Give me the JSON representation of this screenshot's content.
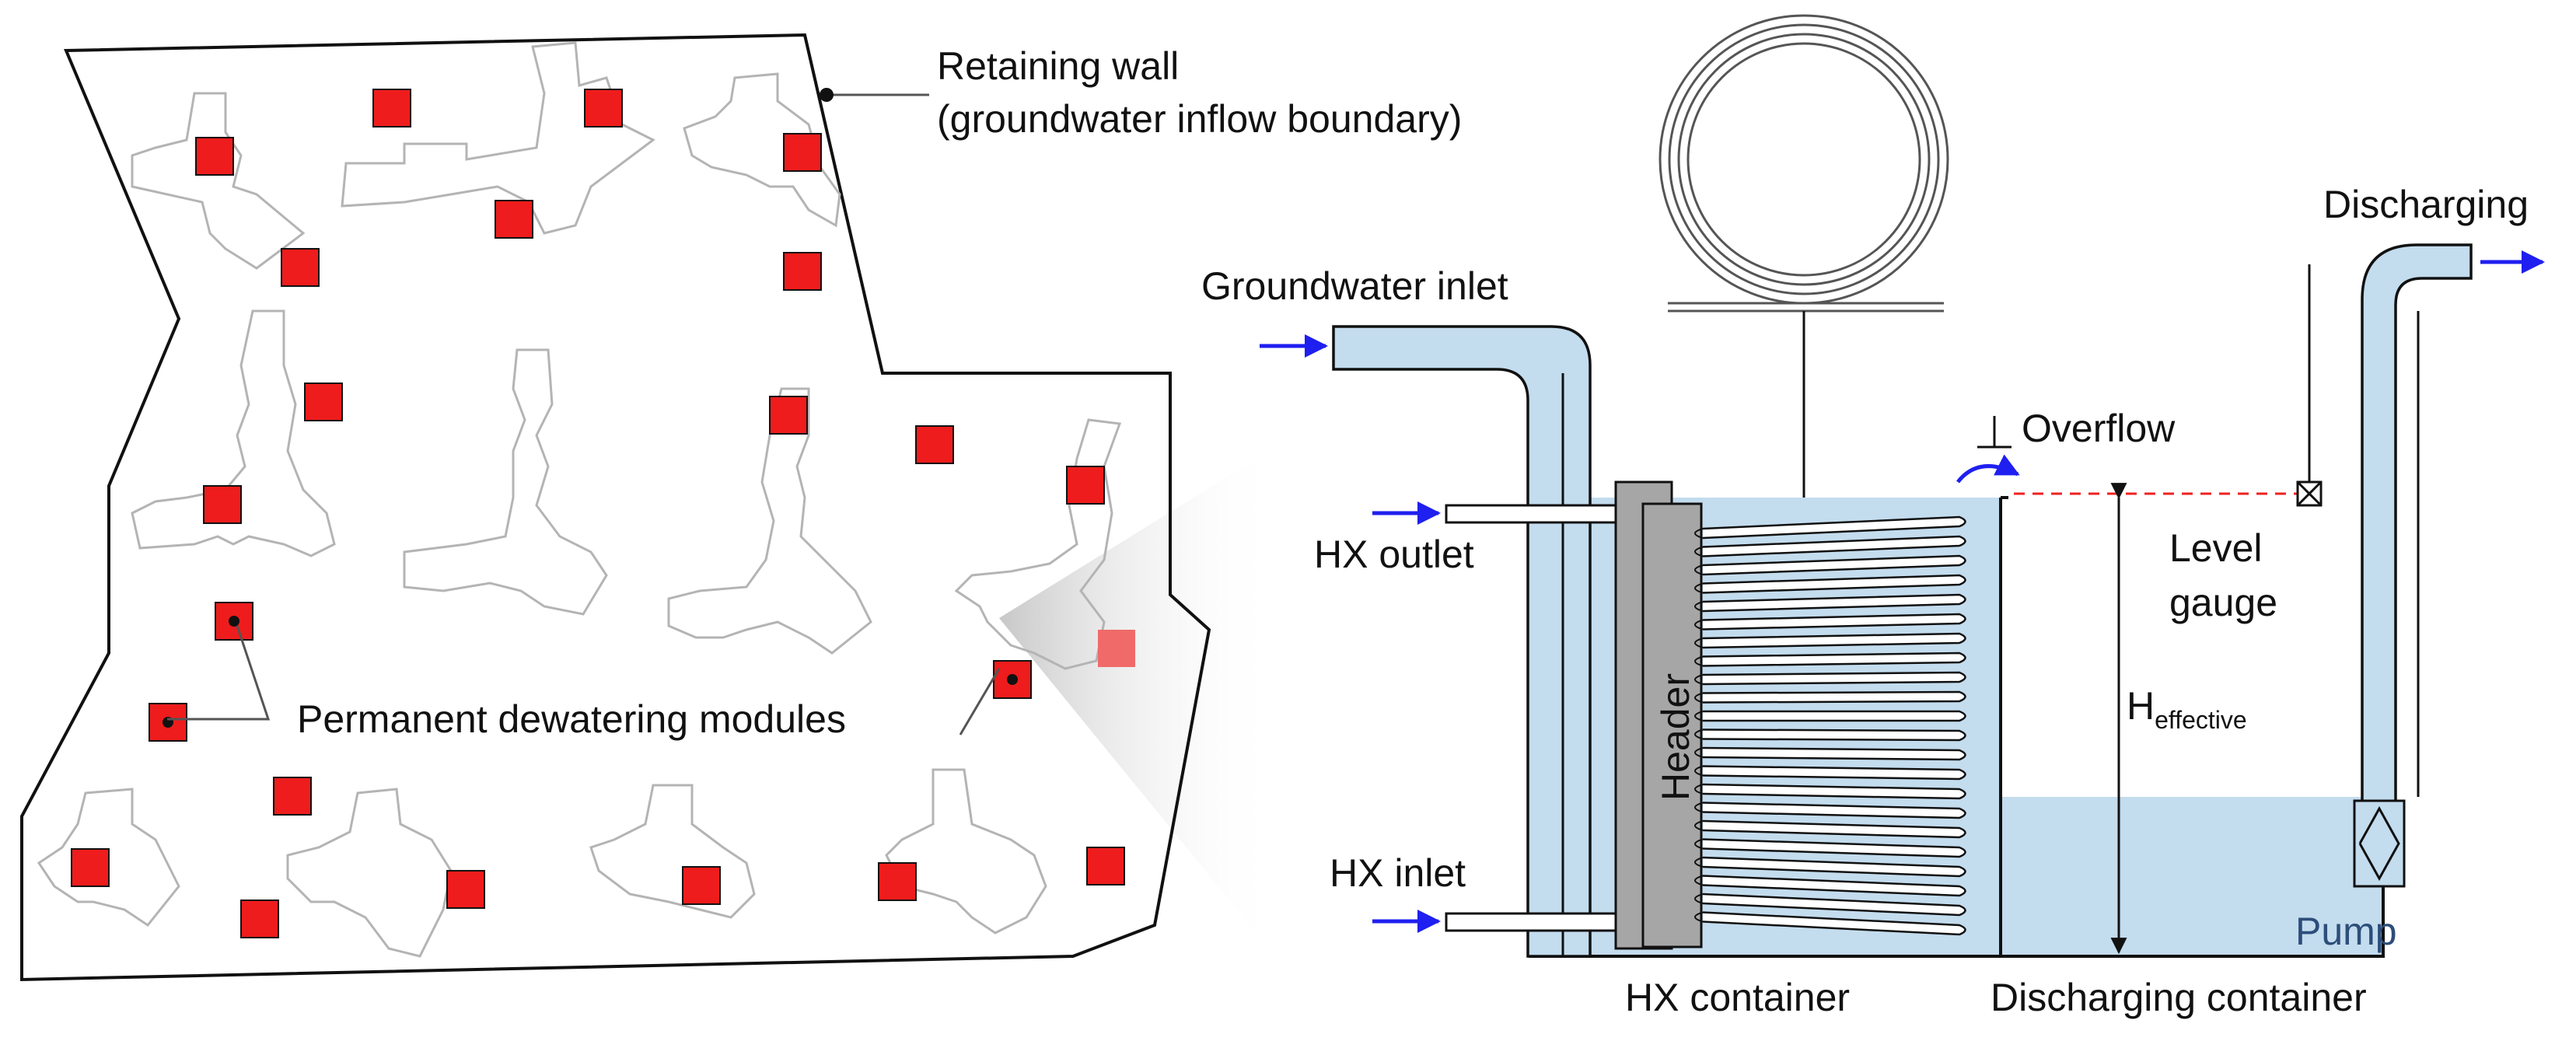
{
  "labels": {
    "retaining_wall_1": "Retaining wall",
    "retaining_wall_2": "(groundwater inflow boundary)",
    "dewatering_modules": "Permanent dewatering modules",
    "groundwater_inlet": "Groundwater inlet",
    "hx_outlet": "HX outlet",
    "hx_inlet": "HX inlet",
    "header": "Header",
    "overflow": "Overflow",
    "level_gauge_1": "Level",
    "level_gauge_2": "gauge",
    "h_main": "H",
    "h_sub": "effective",
    "discharging": "Discharging",
    "pump": "Pump",
    "hx_container": "HX container",
    "discharging_container": "Discharging container"
  },
  "colors": {
    "module_red": "#ee1c1c",
    "water_blue": "#c3dcee",
    "flow_arrow": "#1f1ff0",
    "header_gray": "#a6a6a6",
    "building_outline": "#b4b4b4",
    "dashed_level": "#ee2222"
  }
}
